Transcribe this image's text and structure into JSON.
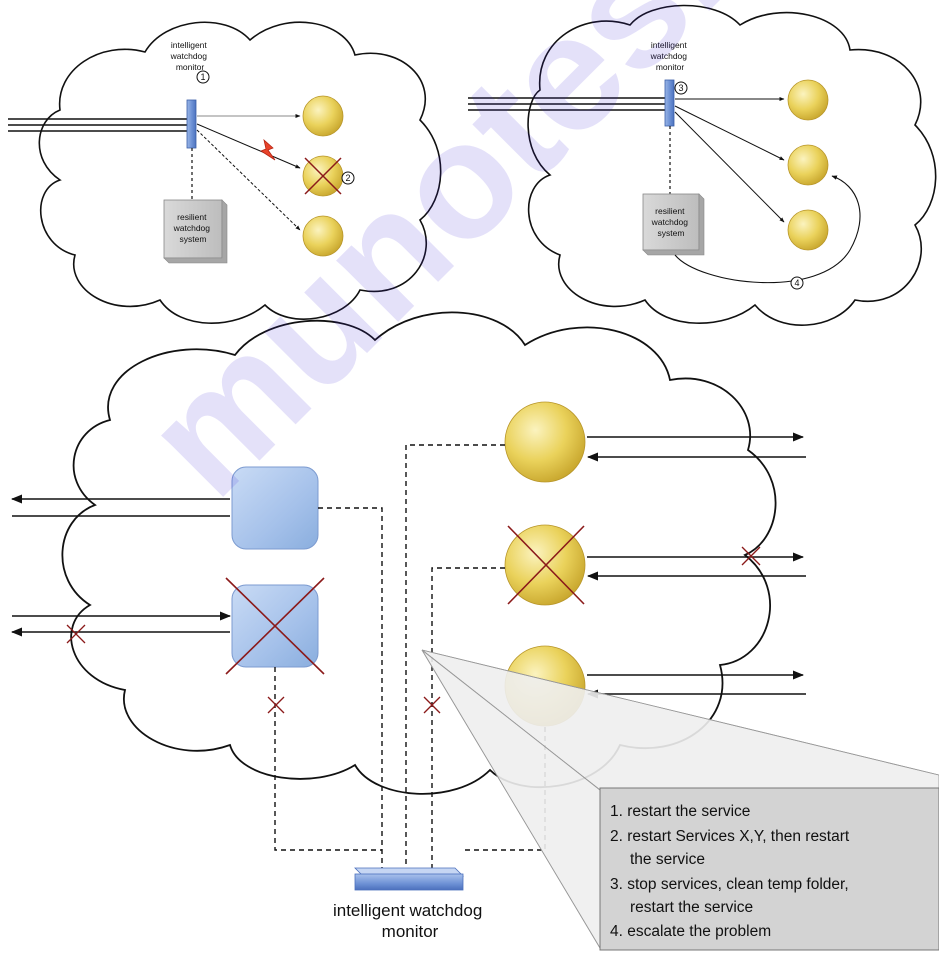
{
  "watermark": {
    "text": "munotes.",
    "color": "#3b1fd6"
  },
  "colors": {
    "service_fill": "#e8cf55",
    "service_highlight": "#fbf3bf",
    "block_fill": "#a8c4ec",
    "monitor_fill": "#6f93d6",
    "resilient_box": "#c9c9c9",
    "failure_cross": "#8b1a1a",
    "callout_fill": "#cfcfcf"
  },
  "panel_one": {
    "monitor_label": [
      "intelligent",
      "watchdog",
      "monitor"
    ],
    "monitor_step": "1",
    "failed_service_step": "2",
    "resilient_box": [
      "resilient",
      "watchdog",
      "system"
    ]
  },
  "panel_two": {
    "monitor_label": [
      "intelligent",
      "watchdog",
      "monitor"
    ],
    "monitor_step": "3",
    "restart_step": "4",
    "resilient_box": [
      "resilient",
      "watchdog",
      "system"
    ]
  },
  "main_panel": {
    "monitor_label": [
      "intelligent watchdog",
      "monitor"
    ],
    "callout_steps": [
      "1. restart the service",
      "2. restart Services X,Y, then restart",
      "the service",
      "3. stop services, clean temp folder,",
      "restart the service",
      "4. escalate the problem"
    ]
  }
}
